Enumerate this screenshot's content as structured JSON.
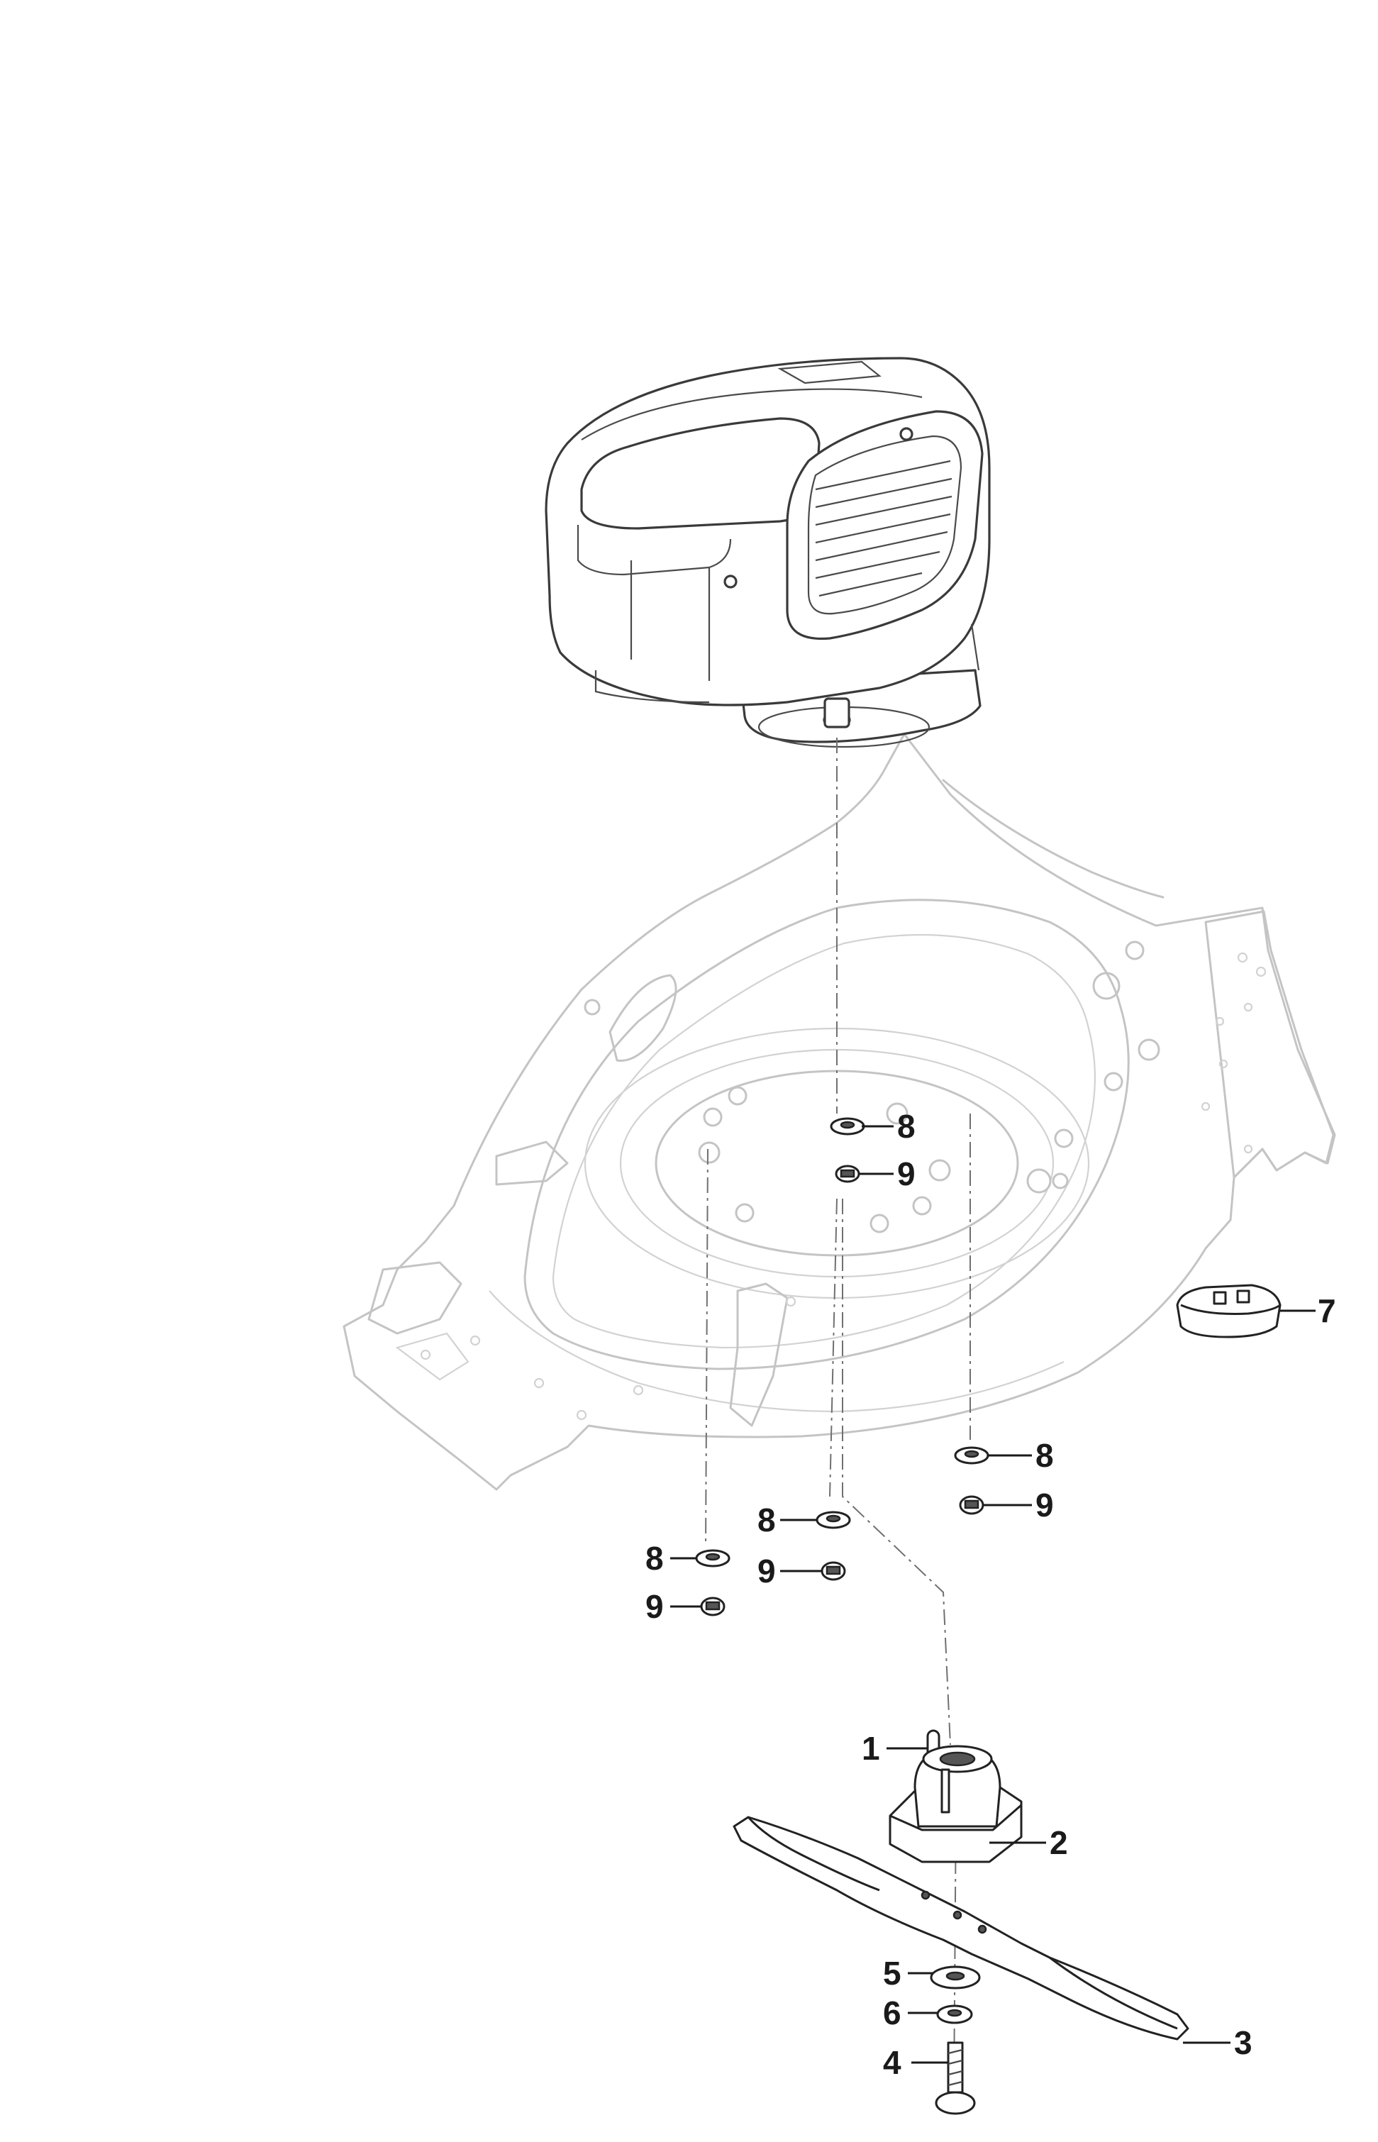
{
  "callouts": {
    "c1": "1",
    "c2": "2",
    "c3": "3",
    "c4": "4",
    "c5": "5",
    "c6": "6",
    "c7": "7",
    "c8a": "8",
    "c8b": "8",
    "c8c": "8",
    "c8d": "8",
    "c9a": "9",
    "c9b": "9",
    "c9c": "9",
    "c9d": "9"
  }
}
